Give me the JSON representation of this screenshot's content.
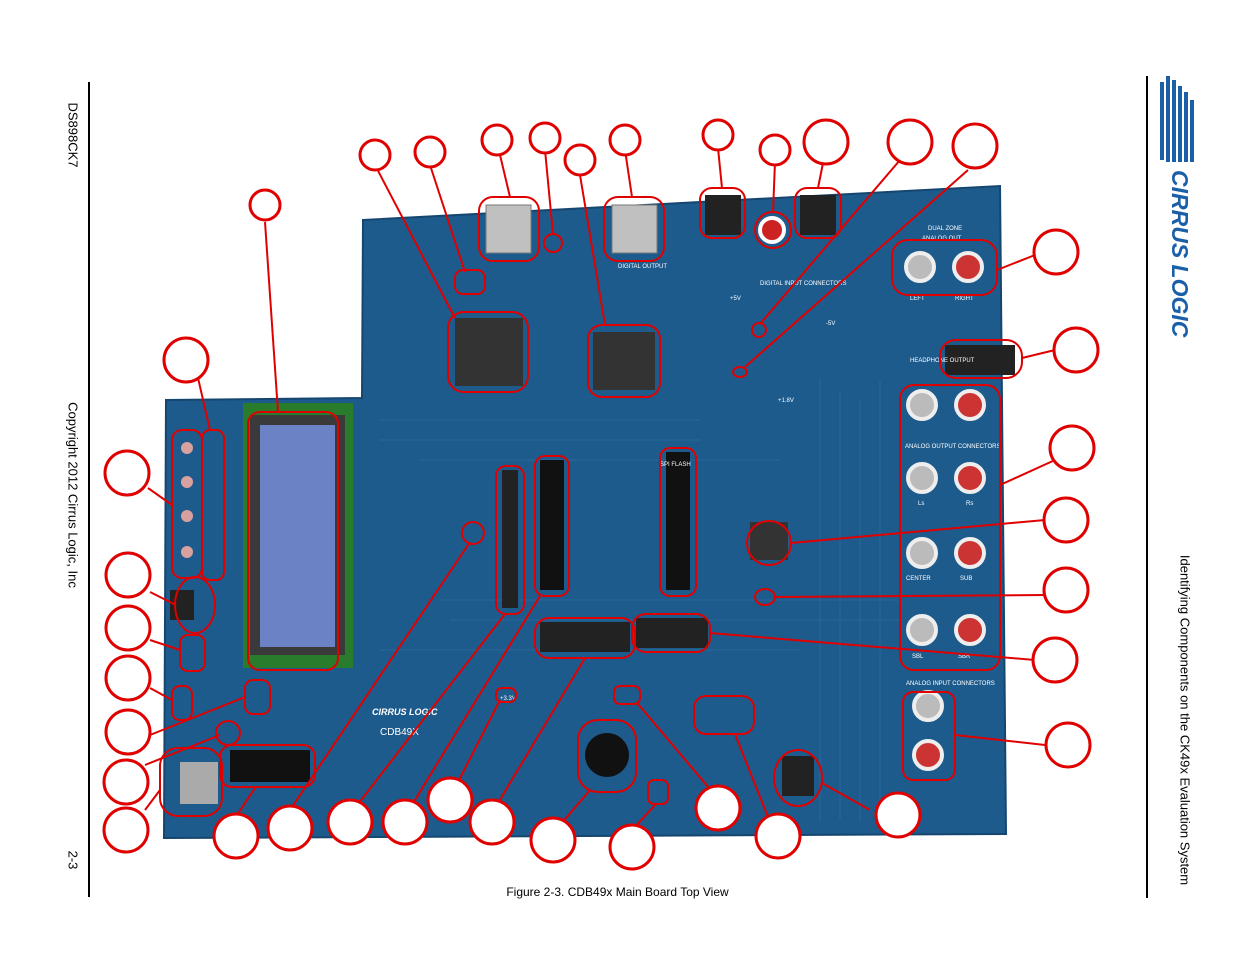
{
  "header": {
    "doc_id": "DS898CK7",
    "copyright": "Copyright 2012 Cirrus Logic, Inc",
    "page_number": "2-3"
  },
  "right_margin": {
    "section_title": "Identifying Components on the CK49x Evaluation System",
    "logo_text": "CIRRUS LOGIC"
  },
  "figure": {
    "caption": "Figure 2-3. CDB49x Main Board Top View",
    "board_labels": {
      "brand": "CIRRUS LOGIC",
      "model": "CDB49X",
      "digital_output": "DIGITAL OUTPUT",
      "digital_input_connectors": "DIGITAL INPUT CONNECTORS",
      "dual_zone": "DUAL ZONE",
      "analog_out": "ANALOG OUT",
      "left": "LEFT",
      "right": "RIGHT",
      "headphone_output": "HEADPHONE OUTPUT",
      "analog_output_connectors": "ANALOG OUTPUT CONNECTORS",
      "ls": "Ls",
      "rs": "Rs",
      "center": "CENTER",
      "sub": "SUB",
      "sbl": "SBL",
      "sbr": "SBR",
      "analog_input_connectors": "ANALOG INPUT CONNECTORS",
      "spi_flash": "SPI FLASH",
      "plus_5v": "+5V",
      "minus_5v": "-5V",
      "plus_1_8v": "+1.8V",
      "plus_3_3v": "+3.3V"
    }
  },
  "colors": {
    "board_blue": "#1d5a8a",
    "annotation_red": "#e00000",
    "logo_blue": "#1a5fa8"
  }
}
